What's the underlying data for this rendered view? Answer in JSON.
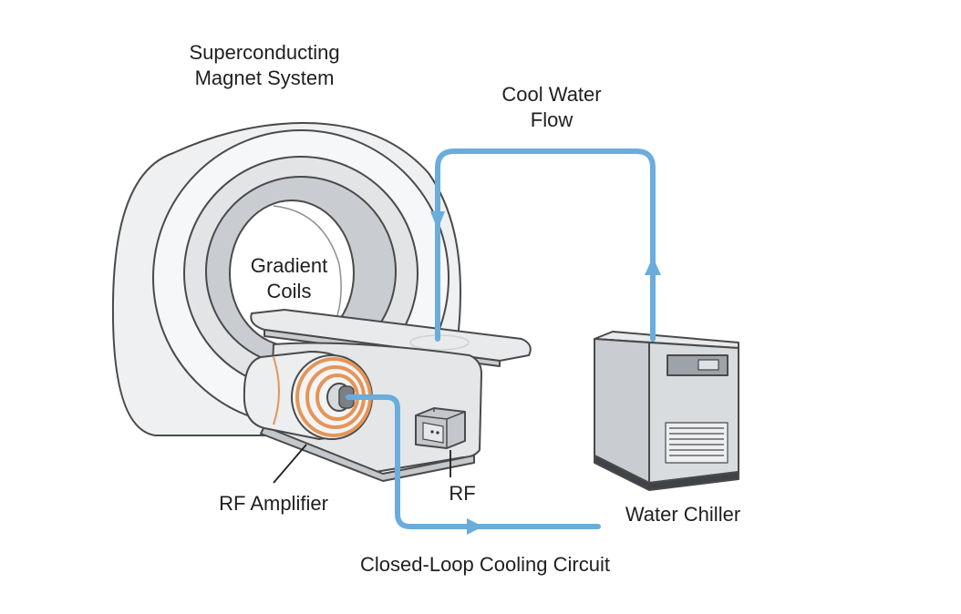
{
  "labels": {
    "magnet": [
      "Superconducting",
      "Magnet System"
    ],
    "gradient": [
      "Gradient",
      "Coils"
    ],
    "cool_water": [
      "Cool Water",
      "Flow"
    ],
    "rf_amplifier": "RF Amplifier",
    "rf": "RF",
    "water_chiller": "Water Chiller",
    "cooling_circuit": "Closed-Loop Cooling Circuit"
  },
  "icons": {
    "mri_scanner": "mri-scanner-icon",
    "water_chiller": "water-chiller-icon",
    "rf_unit": "rf-unit-icon",
    "flow_arrow": "flow-arrow-icon"
  },
  "colors": {
    "pipe": "#6aaddc",
    "coil": "#e59557",
    "outline": "#4a4a4a"
  }
}
